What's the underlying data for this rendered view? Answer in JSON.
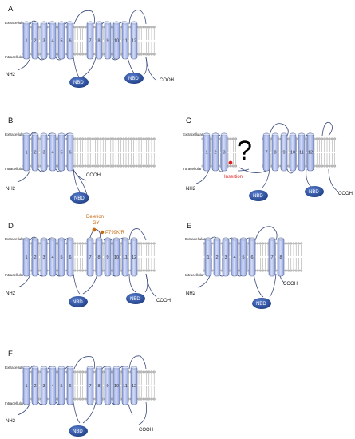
{
  "labels": {
    "extracellular": "Extracellular",
    "intracellular": "Intracellular",
    "nh2": "NH2",
    "cooh": "COOH",
    "nbd": "NBD"
  },
  "panels": [
    {
      "letter": "A",
      "helices": [
        "1",
        "2",
        "3",
        "4",
        "5",
        "6",
        "7",
        "8",
        "9",
        "10",
        "11",
        "12"
      ],
      "description": "full-length transporter"
    },
    {
      "letter": "B",
      "helices": [
        "1",
        "2",
        "3",
        "4",
        "5",
        "6"
      ],
      "description": "truncated after TM6"
    },
    {
      "letter": "C",
      "helices_before": [
        "1",
        "2",
        "3"
      ],
      "helices_after": [
        "7",
        "8",
        "9",
        "10",
        "11",
        "12"
      ],
      "unknown_symbol": "?",
      "annotation": "Insertion"
    },
    {
      "letter": "D",
      "helices": [
        "1",
        "2",
        "3",
        "4",
        "5",
        "6",
        "7",
        "8",
        "9",
        "10",
        "11",
        "12"
      ],
      "annotation_lines": [
        "Deletion",
        "GY"
      ],
      "annotation_mutation": "P799K/R"
    },
    {
      "letter": "E",
      "helices": [
        "1",
        "2",
        "3",
        "4",
        "5",
        "6",
        "7",
        "8"
      ]
    },
    {
      "letter": "F",
      "helices": [
        "1",
        "2",
        "3",
        "4",
        "5",
        "6",
        "7",
        "8",
        "9",
        "10",
        "11",
        "12"
      ]
    }
  ],
  "colors": {
    "helix_fill": "#b9c7ef",
    "helix_stroke": "#5b6b9a",
    "nbd_fill": "#2e56a6",
    "membrane": "#9a9a9a",
    "mutation_orange": "#c46a12",
    "insertion_red": "#e02020"
  }
}
